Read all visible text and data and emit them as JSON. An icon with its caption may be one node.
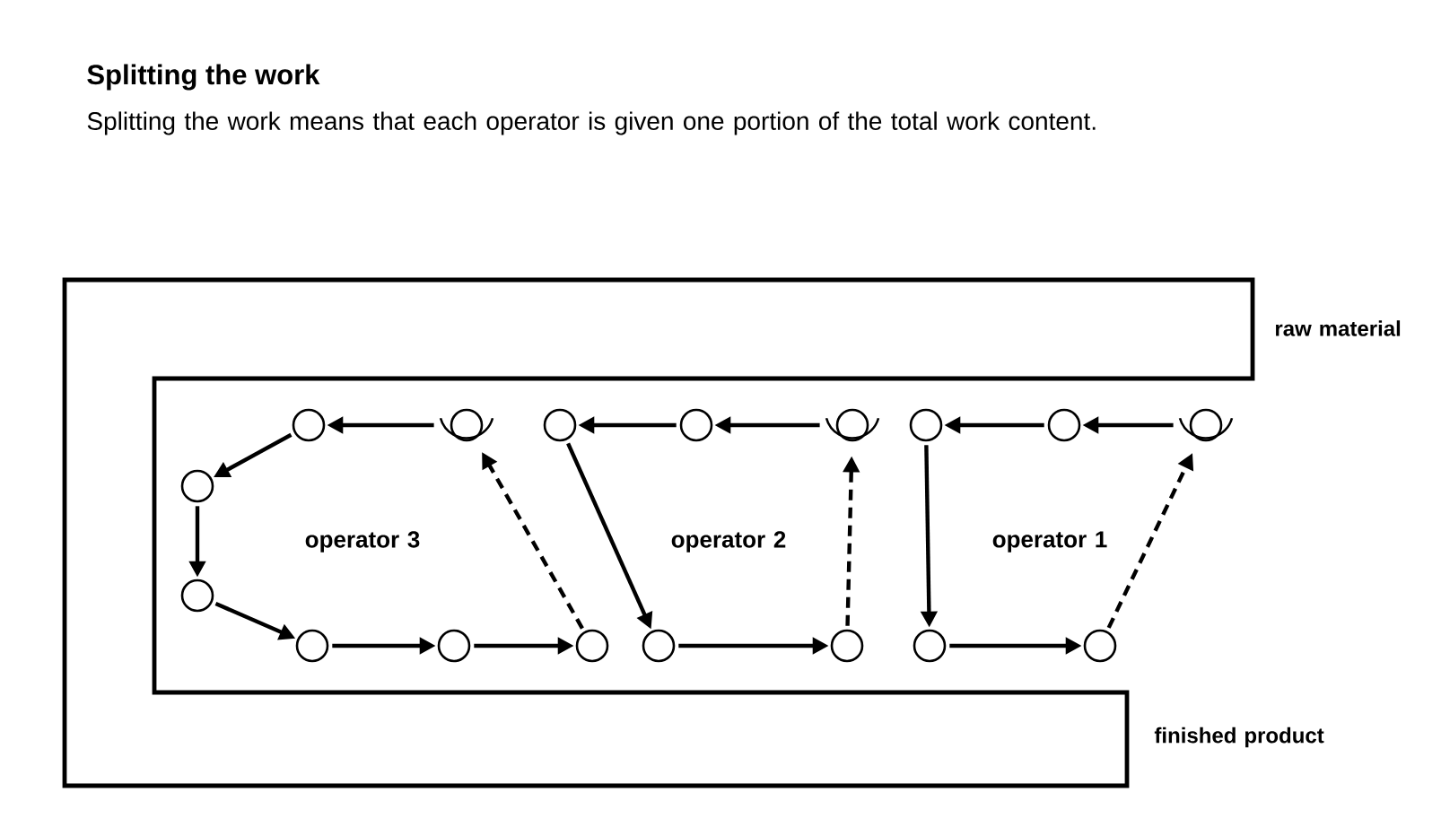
{
  "diagram": {
    "title": "Splitting the work",
    "nodes": [
      {
        "text": [],
        "shape": "circle"
      },
      {
        "text": [],
        "shape": "person"
      },
      {
        "text": [],
        "shape": "circle"
      },
      {
        "text": [],
        "shape": "circle"
      },
      {
        "text": [],
        "shape": "person"
      },
      {
        "text": [],
        "shape": "circle"
      },
      {
        "text": [],
        "shape": "circle"
      },
      {
        "text": [],
        "shape": "person"
      },
      {
        "text": [],
        "shape": "circle"
      },
      {
        "text": [],
        "shape": "circle"
      },
      {
        "text": [],
        "shape": "circle"
      },
      {
        "text": [],
        "shape": "circle"
      },
      {
        "text": [],
        "shape": "circle"
      },
      {
        "text": [],
        "shape": "circle"
      },
      {
        "text": [],
        "shape": "circle"
      },
      {
        "text": [],
        "shape": "circle"
      },
      {
        "text": [],
        "shape": "circle"
      }
    ],
    "edges": [
      {
        "from": 7,
        "to": 6,
        "arrow": "to"
      },
      {
        "from": 6,
        "to": 5,
        "arrow": "to"
      },
      {
        "from": 4,
        "to": 3,
        "arrow": "to"
      },
      {
        "from": 3,
        "to": 2,
        "arrow": "to"
      },
      {
        "from": 1,
        "to": 0,
        "arrow": "to"
      },
      {
        "from": 0,
        "to": 8,
        "arrow": "to"
      },
      {
        "from": 8,
        "to": 9,
        "arrow": "to"
      },
      {
        "from": 9,
        "to": 10,
        "arrow": "to"
      },
      {
        "from": 10,
        "to": 11,
        "arrow": "to"
      },
      {
        "from": 11,
        "to": 12,
        "arrow": "to"
      },
      {
        "from": 13,
        "to": 14,
        "arrow": "to"
      },
      {
        "from": 15,
        "to": 16,
        "arrow": "to"
      },
      {
        "from": 2,
        "to": 13,
        "arrow": "to"
      },
      {
        "from": 5,
        "to": 15,
        "arrow": "to"
      },
      {
        "from": 12,
        "to": 1,
        "arrow": "to",
        "style": "dashed"
      },
      {
        "from": 14,
        "to": 4,
        "arrow": "to",
        "style": "dashed"
      },
      {
        "from": 16,
        "to": 7,
        "arrow": "to",
        "style": "dashed"
      }
    ],
    "labels": [
      "Splitting the work means that each operator is given one portion of the total work content.",
      "raw material",
      "finished product",
      "operator 3",
      "operator 2",
      "operator 1"
    ]
  }
}
